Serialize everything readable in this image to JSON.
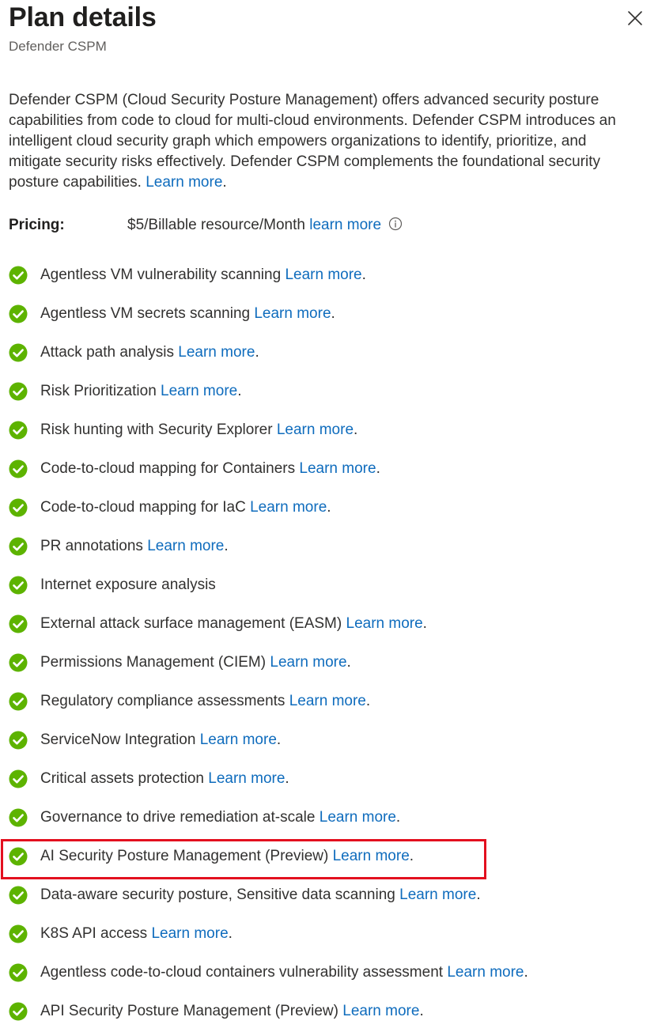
{
  "header": {
    "title": "Plan details",
    "subtitle": "Defender CSPM",
    "close_icon": "close-icon"
  },
  "description": {
    "text": "Defender CSPM (Cloud Security Posture Management) offers advanced security posture capabilities from code to cloud for multi-cloud environments. Defender CSPM introduces an intelligent cloud security graph which empowers organizations to identify, prioritize, and mitigate security risks effectively. Defender CSPM complements the foundational security posture capabilities.",
    "link": "Learn more",
    "link_suffix": "."
  },
  "pricing": {
    "label": "Pricing:",
    "value": "$5/Billable resource/Month",
    "link": "learn more",
    "info_icon": "info-icon"
  },
  "colors": {
    "check_green": "#5db300",
    "link_blue": "#0f6cbd",
    "highlight_red": "#e3101f"
  },
  "features": [
    {
      "text": "Agentless VM vulnerability scanning",
      "link": "Learn more",
      "suffix": "."
    },
    {
      "text": "Agentless VM secrets scanning",
      "link": "Learn more",
      "suffix": "."
    },
    {
      "text": "Attack path analysis",
      "link": "Learn more",
      "suffix": "."
    },
    {
      "text": "Risk Prioritization",
      "link": "Learn more",
      "suffix": "."
    },
    {
      "text": "Risk hunting with Security Explorer",
      "link": "Learn more",
      "suffix": "."
    },
    {
      "text": "Code-to-cloud mapping for Containers",
      "link": "Learn more",
      "suffix": "."
    },
    {
      "text": "Code-to-cloud mapping for IaC",
      "link": "Learn more",
      "suffix": "."
    },
    {
      "text": "PR annotations",
      "link": "Learn more",
      "suffix": "."
    },
    {
      "text": "Internet exposure analysis",
      "link": "",
      "suffix": ""
    },
    {
      "text": "External attack surface management (EASM)",
      "link": "Learn more",
      "suffix": "."
    },
    {
      "text": "Permissions Management (CIEM)",
      "link": "Learn more",
      "suffix": "."
    },
    {
      "text": "Regulatory compliance assessments",
      "link": "Learn more",
      "suffix": "."
    },
    {
      "text": "ServiceNow Integration",
      "link": "Learn more",
      "suffix": "."
    },
    {
      "text": "Critical assets protection",
      "link": "Learn more",
      "suffix": "."
    },
    {
      "text": "Governance to drive remediation at-scale",
      "link": "Learn more",
      "suffix": "."
    },
    {
      "text": "AI Security Posture Management (Preview)",
      "link": "Learn more",
      "suffix": ".",
      "highlighted": true
    },
    {
      "text": "Data-aware security posture, Sensitive data scanning",
      "link": "Learn more",
      "suffix": "."
    },
    {
      "text": "K8S API access",
      "link": "Learn more",
      "suffix": "."
    },
    {
      "text": "Agentless code-to-cloud containers vulnerability assessment",
      "link": "Learn more",
      "suffix": "."
    },
    {
      "text": "API Security Posture Management (Preview)",
      "link": "Learn more",
      "suffix": "."
    }
  ]
}
